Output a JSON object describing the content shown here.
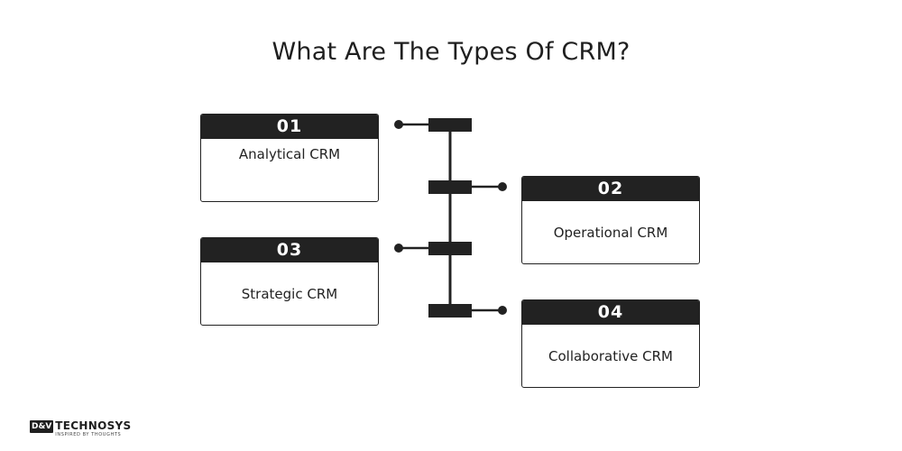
{
  "title": "What Are The Types Of CRM?",
  "colors": {
    "dark": "#222222",
    "background": "#ffffff"
  },
  "nodes": [
    {
      "num": "01",
      "label": "Analytical CRM",
      "side": "left"
    },
    {
      "num": "02",
      "label": "Operational CRM",
      "side": "right"
    },
    {
      "num": "03",
      "label": "Strategic CRM",
      "side": "left"
    },
    {
      "num": "04",
      "label": "Collaborative CRM",
      "side": "right"
    }
  ],
  "logo": {
    "mark": "D&V",
    "brand": "TECHNOSYS",
    "tagline": "INSPIRED BY THOUGHTS"
  }
}
